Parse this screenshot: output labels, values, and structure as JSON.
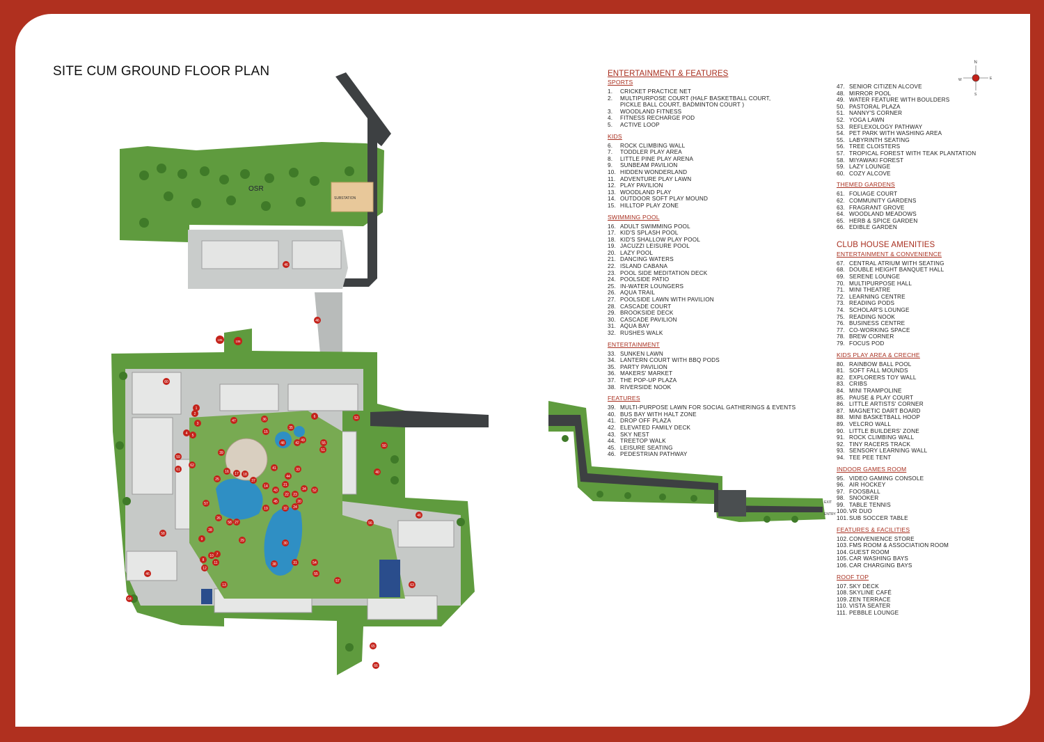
{
  "title": "SITE CUM GROUND FLOOR PLAN",
  "map_labels": {
    "osr": "OSR",
    "substation": "SUBSTATION",
    "entry": "ENTRY",
    "exit": "EXIT"
  },
  "compass": {
    "n": "N",
    "e": "E",
    "s": "S",
    "w": "W"
  },
  "colors": {
    "frame": "#b0301f",
    "accent": "#a82e1e",
    "lawn": "#5f9b3e",
    "road": "#3d4042",
    "pool": "#2f8fc4",
    "marker": "#c4221a"
  },
  "legend": {
    "heading": "ENTERTAINMENT & FEATURES",
    "sports": {
      "label": "SPORTS",
      "items": [
        {
          "n": "1.",
          "t": "CRICKET PRACTICE NET"
        },
        {
          "n": "2.",
          "t": "MULTIPURPOSE COURT (HALF BASKETBALL COURT,\nPICKLE BALL COURT, BADMINTON COURT )"
        },
        {
          "n": "3.",
          "t": "WOODLAND FITNESS"
        },
        {
          "n": "4.",
          "t": "FITNESS RECHARGE POD"
        },
        {
          "n": "5.",
          "t": "ACTIVE LOOP"
        }
      ]
    },
    "kids": {
      "label": "KIDS",
      "items": [
        {
          "n": "6.",
          "t": "ROCK CLIMBING WALL"
        },
        {
          "n": "7.",
          "t": "TODDLER PLAY AREA"
        },
        {
          "n": "8.",
          "t": "LITTLE PINE PLAY ARENA"
        },
        {
          "n": "9.",
          "t": "SUNBEAM PAVILION"
        },
        {
          "n": "10.",
          "t": "HIDDEN WONDERLAND"
        },
        {
          "n": "11.",
          "t": "ADVENTURE PLAY LAWN"
        },
        {
          "n": "12.",
          "t": "PLAY PAVILION"
        },
        {
          "n": "13.",
          "t": "WOODLAND PLAY"
        },
        {
          "n": "14.",
          "t": "OUTDOOR SOFT PLAY MOUND"
        },
        {
          "n": "15.",
          "t": "HILLTOP PLAY ZONE"
        }
      ]
    },
    "swimming": {
      "label": "SWIMMING POOL",
      "items": [
        {
          "n": "16.",
          "t": "ADULT SWIMMING POOL"
        },
        {
          "n": "17.",
          "t": "KID'S SPLASH POOL"
        },
        {
          "n": "18.",
          "t": "KID'S SHALLOW PLAY POOL"
        },
        {
          "n": "19.",
          "t": "JACUZZI LEISURE POOL"
        },
        {
          "n": "20.",
          "t": "LAZY POOL"
        },
        {
          "n": "21.",
          "t": "DANCING WATERS"
        },
        {
          "n": "22.",
          "t": "ISLAND CABANA"
        },
        {
          "n": "23.",
          "t": "POOL SIDE MEDITATION DECK"
        },
        {
          "n": "24.",
          "t": "POOLSIDE PATIO"
        },
        {
          "n": "25.",
          "t": "IN-WATER LOUNGERS"
        },
        {
          "n": "26.",
          "t": "AQUA TRAIL"
        },
        {
          "n": "27.",
          "t": "POOLSIDE LAWN WITH PAVILION"
        },
        {
          "n": "28.",
          "t": "CASCADE COURT"
        },
        {
          "n": "29.",
          "t": "BROOKSIDE DECK"
        },
        {
          "n": "30.",
          "t": "CASCADE PAVILION"
        },
        {
          "n": "31.",
          "t": "AQUA BAY"
        },
        {
          "n": "32.",
          "t": "RUSHES WALK"
        }
      ]
    },
    "entertainment": {
      "label": "ENTERTAINMENT",
      "items": [
        {
          "n": "33.",
          "t": "SUNKEN LAWN"
        },
        {
          "n": "34.",
          "t": "LANTERN COURT WITH BBQ PODS"
        },
        {
          "n": "35.",
          "t": "PARTY PAVILION"
        },
        {
          "n": "36.",
          "t": "MAKERS' MARKET"
        },
        {
          "n": "37.",
          "t": "THE POP-UP PLAZA"
        },
        {
          "n": "38.",
          "t": "RIVERSIDE NOOK"
        }
      ]
    },
    "features": {
      "label": "FEATURES",
      "items": [
        {
          "n": "39.",
          "t": "MULTI-PURPOSE LAWN FOR SOCIAL GATHERINGS & EVENTS"
        },
        {
          "n": "40.",
          "t": "BUS BAY WITH HALT ZONE"
        },
        {
          "n": "41.",
          "t": "DROP OFF PLAZA"
        },
        {
          "n": "42.",
          "t": "ELEVATED FAMILY DECK"
        },
        {
          "n": "43.",
          "t": "SKY NEST"
        },
        {
          "n": "44.",
          "t": "TREETOP WALK"
        },
        {
          "n": "45.",
          "t": "LEISURE SEATING"
        },
        {
          "n": "46.",
          "t": "PEDESTRIAN PATHWAY"
        }
      ]
    },
    "features_cont": {
      "items": [
        {
          "n": "47.",
          "t": "SENIOR CITIZEN ALCOVE"
        },
        {
          "n": "48.",
          "t": "MIRROR POOL"
        },
        {
          "n": "49.",
          "t": "WATER FEATURE WITH BOULDERS"
        },
        {
          "n": "50.",
          "t": "PASTORAL PLAZA"
        },
        {
          "n": "51.",
          "t": "NANNY'S CORNER"
        },
        {
          "n": "52.",
          "t": "YOGA LAWN"
        },
        {
          "n": "53.",
          "t": "REFLEXOLOGY PATHWAY"
        },
        {
          "n": "54.",
          "t": "PET PARK WITH WASHING AREA"
        },
        {
          "n": "55.",
          "t": "LABYRINTH SEATING"
        },
        {
          "n": "56.",
          "t": "TREE CLOISTERS"
        },
        {
          "n": "57.",
          "t": "TROPICAL FOREST WITH TEAK PLANTATION"
        },
        {
          "n": "58.",
          "t": "MIYAWAKI FOREST"
        },
        {
          "n": "59.",
          "t": "LAZY LOUNGE"
        },
        {
          "n": "60.",
          "t": "COZY ALCOVE"
        }
      ]
    },
    "themed": {
      "label": "THEMED GARDENS",
      "items": [
        {
          "n": "61.",
          "t": "FOLIAGE COURT"
        },
        {
          "n": "62.",
          "t": "COMMUNITY GARDENS"
        },
        {
          "n": "63.",
          "t": "FRAGRANT GROVE"
        },
        {
          "n": "64.",
          "t": "WOODLAND MEADOWS"
        },
        {
          "n": "65.",
          "t": "HERB & SPICE GARDEN"
        },
        {
          "n": "66.",
          "t": "EDIBLE GARDEN"
        }
      ]
    },
    "club_heading": "CLUB HOUSE AMENITIES",
    "club_ent": {
      "label": "ENTERTAINMENT & CONVENIENCE",
      "items": [
        {
          "n": "67.",
          "t": "CENTRAL ATRIUM WITH SEATING"
        },
        {
          "n": "68.",
          "t": "DOUBLE HEIGHT BANQUET HALL"
        },
        {
          "n": "69.",
          "t": "SERENE LOUNGE"
        },
        {
          "n": "70.",
          "t": "MULTIPURPOSE HALL"
        },
        {
          "n": "71.",
          "t": "MINI THEATRE"
        },
        {
          "n": "72.",
          "t": "LEARNING CENTRE"
        },
        {
          "n": "73.",
          "t": "READING PODS"
        },
        {
          "n": "74.",
          "t": "SCHOLAR'S LOUNGE"
        },
        {
          "n": "75.",
          "t": "READING NOOK"
        },
        {
          "n": "76.",
          "t": "BUSINESS CENTRE"
        },
        {
          "n": "77.",
          "t": "CO-WORKING SPACE"
        },
        {
          "n": "78.",
          "t": "BREW CORNER"
        },
        {
          "n": "79.",
          "t": "FOCUS POD"
        }
      ]
    },
    "club_kids": {
      "label": "KIDS PLAY AREA & CRECHE",
      "items": [
        {
          "n": "80.",
          "t": "RAINBOW BALL POOL"
        },
        {
          "n": "81.",
          "t": "SOFT FALL MOUNDS"
        },
        {
          "n": "82.",
          "t": "EXPLORERS TOY WALL"
        },
        {
          "n": "83.",
          "t": "CRIBS"
        },
        {
          "n": "84.",
          "t": "MINI TRAMPOLINE"
        },
        {
          "n": "85.",
          "t": "PAUSE & PLAY  COURT"
        },
        {
          "n": "86.",
          "t": "LITTLE ARTISTS' CORNER"
        },
        {
          "n": "87.",
          "t": "MAGNETIC DART BOARD"
        },
        {
          "n": "88.",
          "t": "MINI BASKETBALL HOOP"
        },
        {
          "n": "89.",
          "t": "VELCRO WALL"
        },
        {
          "n": "90.",
          "t": "LITTLE BUILDERS' ZONE"
        },
        {
          "n": "91.",
          "t": "ROCK CLIMBING WALL"
        },
        {
          "n": "92.",
          "t": "TINY RACERS TRACK"
        },
        {
          "n": "93.",
          "t": "SENSORY LEARNING WALL"
        },
        {
          "n": "94.",
          "t": "TEE PEE TENT"
        }
      ]
    },
    "indoor": {
      "label": "INDOOR GAMES ROOM",
      "items": [
        {
          "n": "95.",
          "t": "VIDEO  GAMING CONSOLE"
        },
        {
          "n": "96.",
          "t": "AIR HOCKEY"
        },
        {
          "n": "97.",
          "t": "FOOSBALL"
        },
        {
          "n": "98.",
          "t": "SNOOKER"
        },
        {
          "n": "99.",
          "t": "TABLE TENNIS"
        },
        {
          "n": "100.",
          "t": "VR DUO"
        },
        {
          "n": "101.",
          "t": "SUB SOCCER TABLE"
        }
      ]
    },
    "facilities": {
      "label": "FEATURES & FACILITIES",
      "items": [
        {
          "n": "102.",
          "t": "CONVENIENCE STORE"
        },
        {
          "n": "103.",
          "t": "FMS ROOM & ASSOCIATION ROOM"
        },
        {
          "n": "104.",
          "t": "GUEST ROOM"
        },
        {
          "n": "105.",
          "t": "CAR WASHING BAYS"
        },
        {
          "n": "106.",
          "t": "CAR CHARGING BAYS"
        }
      ]
    },
    "rooftop": {
      "label": "ROOF TOP",
      "items": [
        {
          "n": "107.",
          "t": "SKY DECK"
        },
        {
          "n": "108.",
          "t": "SKYLINE CAFÉ"
        },
        {
          "n": "109.",
          "t": "ZEN TERRACE"
        },
        {
          "n": "110.",
          "t": "VISTA SEATER"
        },
        {
          "n": "111.",
          "t": "PEBBLE LOUNGE"
        }
      ]
    }
  },
  "markers": [
    "1",
    "2",
    "3",
    "4",
    "5",
    "6",
    "7",
    "8",
    "9",
    "10",
    "11",
    "12",
    "13",
    "14",
    "15",
    "16",
    "17",
    "18",
    "19",
    "20",
    "21",
    "22",
    "23",
    "24",
    "25",
    "26",
    "27",
    "28",
    "29",
    "30",
    "31",
    "32",
    "33",
    "34",
    "35",
    "36",
    "37",
    "38",
    "39",
    "40",
    "41",
    "42",
    "43",
    "44",
    "45",
    "46",
    "46",
    "46",
    "46",
    "47",
    "48",
    "49",
    "50",
    "51",
    "52",
    "53",
    "54",
    "55",
    "55",
    "56",
    "57",
    "57",
    "58",
    "58",
    "59",
    "60",
    "61",
    "62",
    "63",
    "64",
    "65",
    "66",
    "105",
    "106"
  ]
}
